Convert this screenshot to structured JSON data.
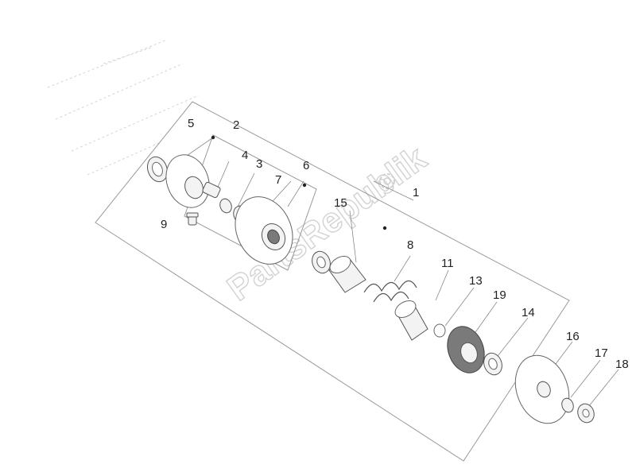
{
  "watermark": {
    "text": "PartsRepublik",
    "icon": "gear-icon"
  },
  "callouts": {
    "c1": "1",
    "c2": "2",
    "c3": "3",
    "c4": "4",
    "c5": "5",
    "c6": "6",
    "c7": "7",
    "c8": "8",
    "c9": "9",
    "c11": "11",
    "c13": "13",
    "c14": "14",
    "c15": "15",
    "c16": "16",
    "c17": "17",
    "c18": "18",
    "c19": "19"
  }
}
